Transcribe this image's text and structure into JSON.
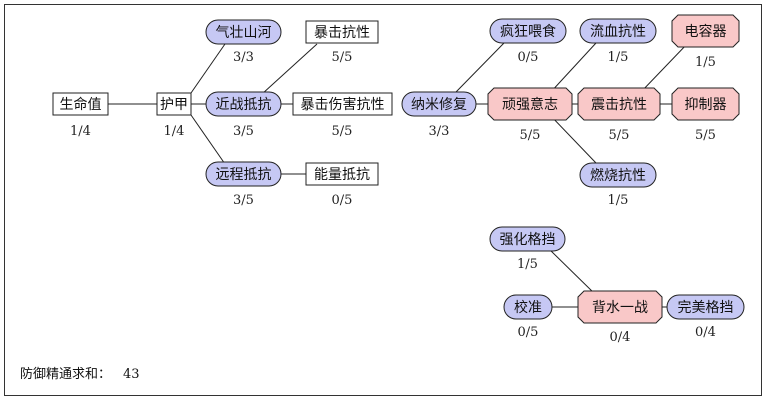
{
  "nodes": {
    "life": {
      "label": "生命值",
      "count": "1/4"
    },
    "armor": {
      "label": "护甲",
      "count": "1/4"
    },
    "qizhuang": {
      "label": "气壮山河",
      "count": "3/3"
    },
    "crit_res": {
      "label": "暴击抗性",
      "count": "5/5"
    },
    "melee_res": {
      "label": "近战抵抗",
      "count": "3/5"
    },
    "critdmg_res": {
      "label": "暴击伤害抗性",
      "count": "5/5"
    },
    "ranged_res": {
      "label": "远程抵抗",
      "count": "3/5"
    },
    "energy_res": {
      "label": "能量抵抗",
      "count": "0/5"
    },
    "nano": {
      "label": "纳米修复",
      "count": "3/3"
    },
    "frenzy": {
      "label": "疯狂喂食",
      "count": "0/5"
    },
    "tenacity": {
      "label": "顽强意志",
      "count": "5/5"
    },
    "bleed_res": {
      "label": "流血抗性",
      "count": "1/5"
    },
    "shock_res": {
      "label": "震击抗性",
      "count": "5/5"
    },
    "burn_res": {
      "label": "燃烧抗性",
      "count": "1/5"
    },
    "capacitor": {
      "label": "电容器",
      "count": "1/5"
    },
    "suppressor": {
      "label": "抑制器",
      "count": "5/5"
    },
    "block_up": {
      "label": "强化格挡",
      "count": "1/5"
    },
    "calibrate": {
      "label": "校准",
      "count": "0/5"
    },
    "last_stand": {
      "label": "背水一战",
      "count": "0/4"
    },
    "perfect_blk": {
      "label": "完美格挡",
      "count": "0/4"
    }
  },
  "summary": {
    "label": "防御精通求和：",
    "value": "43"
  },
  "colors": {
    "blue_fill": "#c6c8f4",
    "red_fill": "#f9c8c8",
    "white_fill": "#ffffff",
    "stroke": "#222222"
  }
}
